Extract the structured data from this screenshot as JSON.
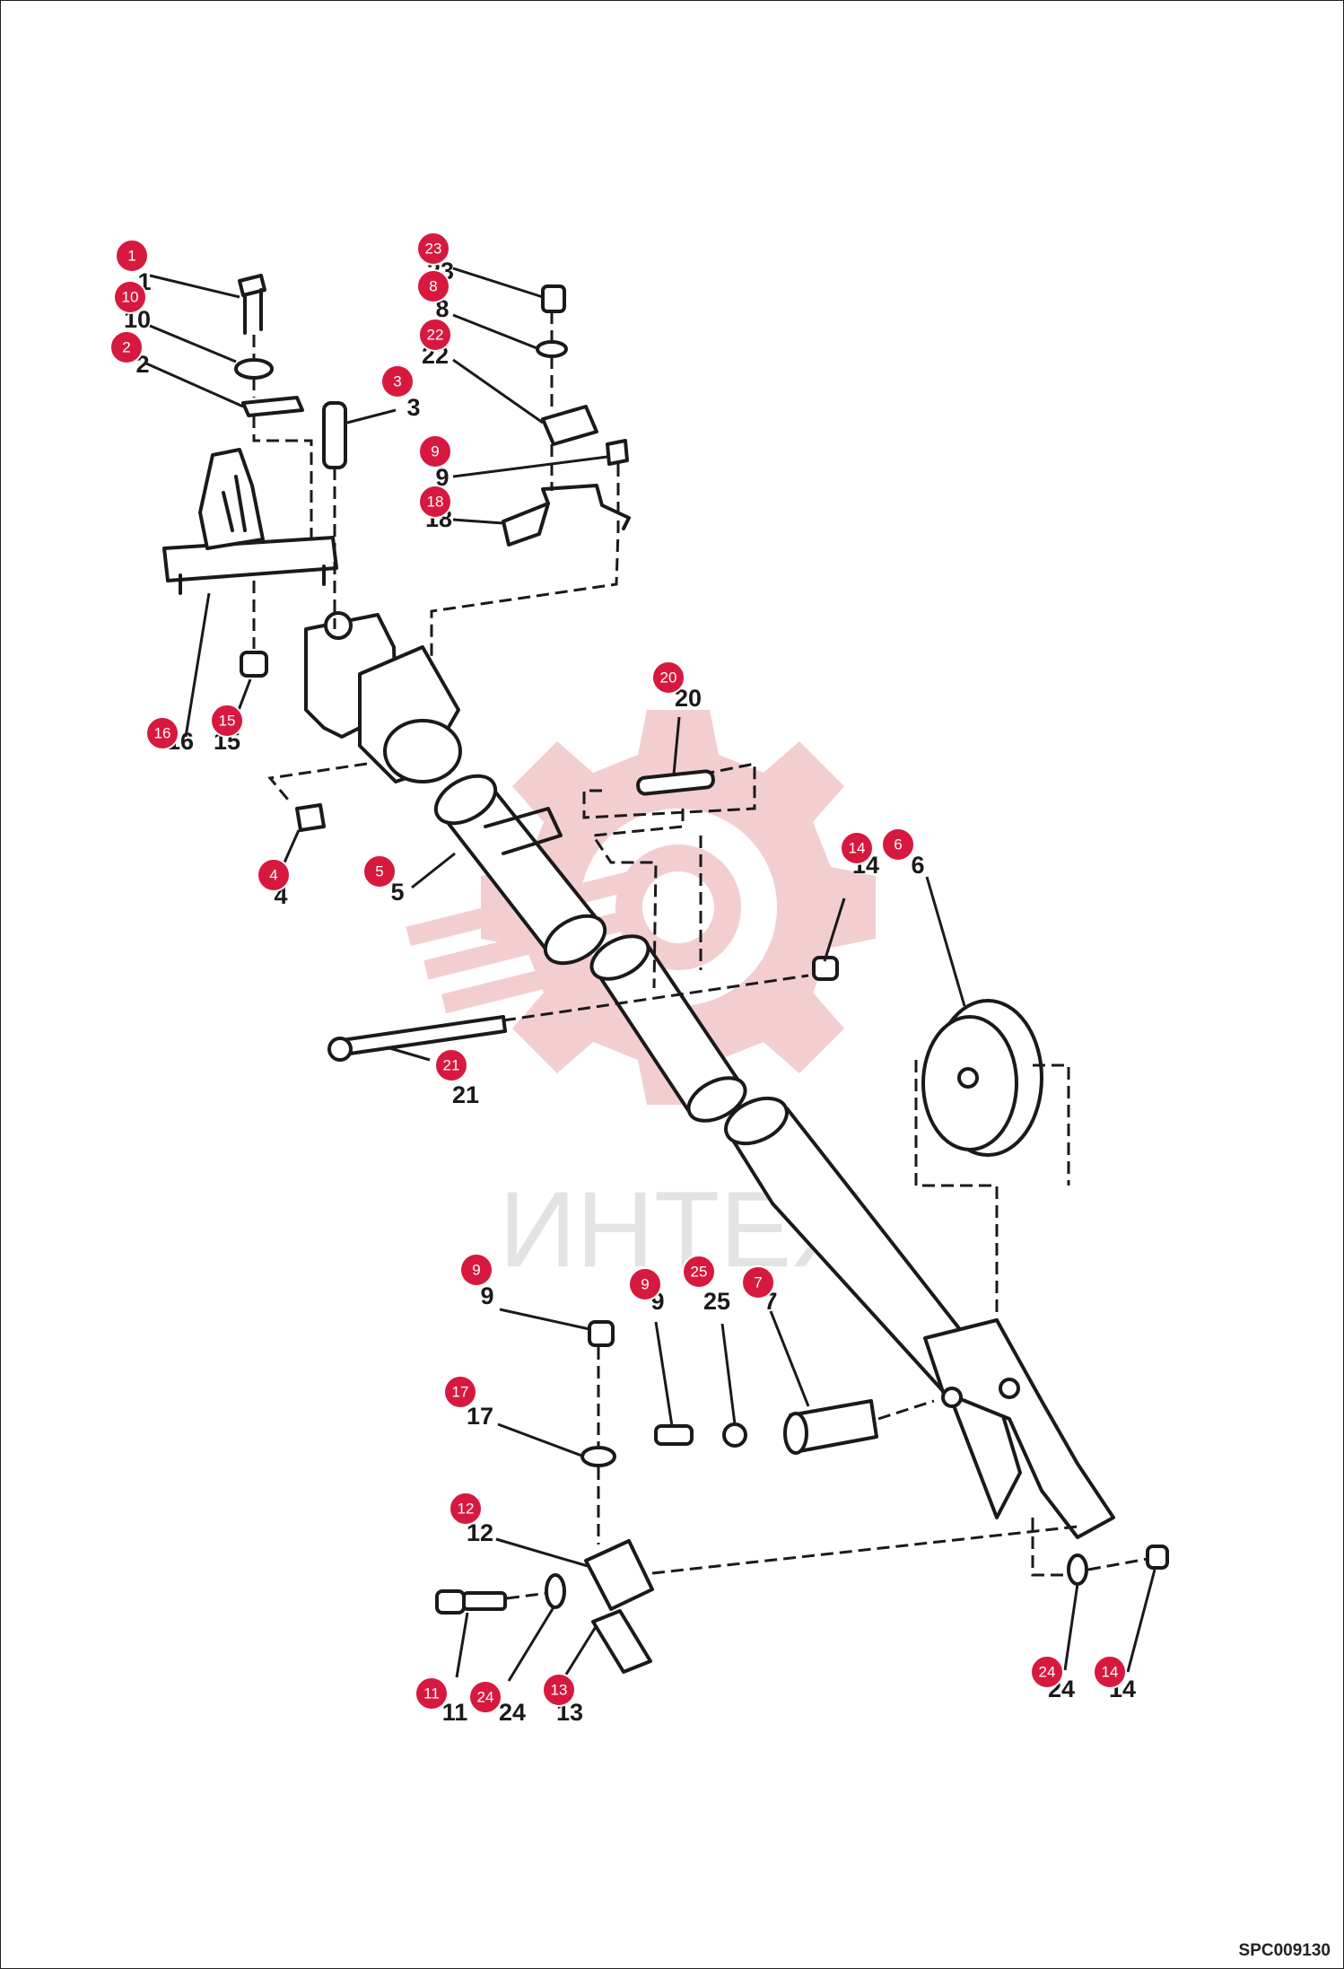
{
  "diagram": {
    "drawing_code": "SPC009130",
    "watermark_text": "ИНТЕХ",
    "callouts": [
      {
        "id": "c1",
        "label": "1"
      },
      {
        "id": "c10",
        "label": "10"
      },
      {
        "id": "c2",
        "label": "2"
      },
      {
        "id": "c3",
        "label": "3"
      },
      {
        "id": "c23",
        "label": "23"
      },
      {
        "id": "c8",
        "label": "8"
      },
      {
        "id": "c22",
        "label": "22"
      },
      {
        "id": "c9a",
        "label": "9"
      },
      {
        "id": "c18",
        "label": "18"
      },
      {
        "id": "c16",
        "label": "16"
      },
      {
        "id": "c15",
        "label": "15"
      },
      {
        "id": "c4",
        "label": "4"
      },
      {
        "id": "c5",
        "label": "5"
      },
      {
        "id": "c20",
        "label": "20"
      },
      {
        "id": "c14a",
        "label": "14"
      },
      {
        "id": "c6",
        "label": "6"
      },
      {
        "id": "c21",
        "label": "21"
      },
      {
        "id": "c9b",
        "label": "9"
      },
      {
        "id": "c9c",
        "label": "9"
      },
      {
        "id": "c25",
        "label": "25"
      },
      {
        "id": "c7",
        "label": "7"
      },
      {
        "id": "c17",
        "label": "17"
      },
      {
        "id": "c12",
        "label": "12"
      },
      {
        "id": "c11",
        "label": "11"
      },
      {
        "id": "c24a",
        "label": "24"
      },
      {
        "id": "c13",
        "label": "13"
      },
      {
        "id": "c24b",
        "label": "24"
      },
      {
        "id": "c14b",
        "label": "14"
      }
    ]
  }
}
